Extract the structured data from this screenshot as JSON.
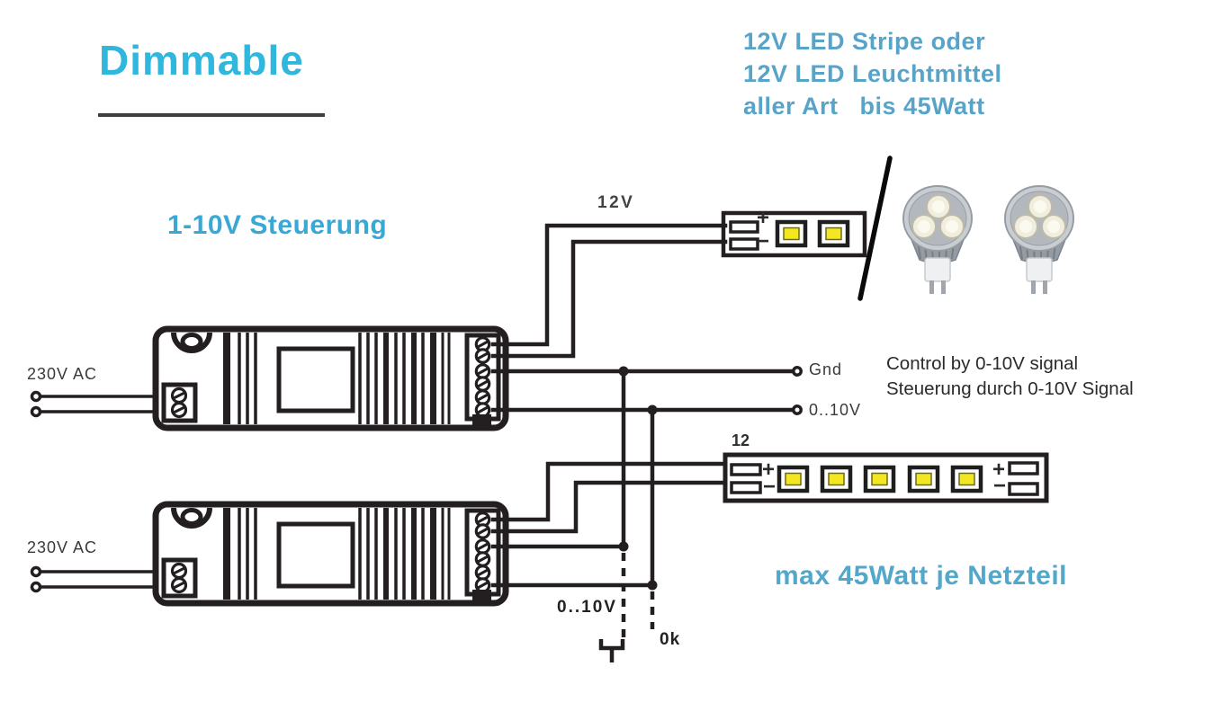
{
  "colors": {
    "title_cyan": "#2fb7dd",
    "headline_blue": "#58a4c8",
    "subtitle_blue": "#3aa8d4",
    "wire_black": "#231f20",
    "led_yellow": "#f2e722"
  },
  "title": "Dimmable",
  "headline": {
    "line1": "12V LED Stripe oder",
    "line2": "12V LED Leuchtmittel",
    "line3": "aller Art   bis 45Watt"
  },
  "labels": {
    "steuerung": "1-10V Steuerung",
    "mains_top": "230V AC",
    "mains_bottom": "230V AC",
    "voltage_top_strip": "12V",
    "voltage_mid_strip": "12",
    "gnd": "Gnd",
    "signal_right": "0..10V",
    "signal_bottom": "0..10V",
    "ok": "0k",
    "max_watt": "max 45Watt je Netzteil",
    "plus": "+",
    "minus": "−"
  },
  "notes": {
    "control_en": "Control by 0-10V signal",
    "control_de": "Steuerung durch 0-10V Signal"
  }
}
